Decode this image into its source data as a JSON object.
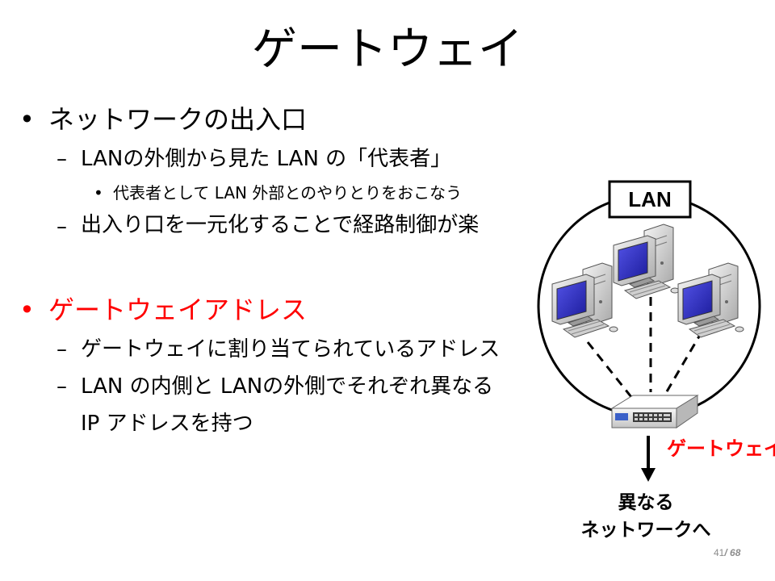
{
  "slide": {
    "title": "ゲートウェイ",
    "bullets": {
      "b1": "ネットワークの出入口",
      "b1_1": "LANの外側から見た LAN の「代表者」",
      "b1_1_1": "代表者として LAN 外部とのやりとりをおこなう",
      "b1_2": "出入り口を一元化することで経路制御が楽",
      "b2": "ゲートウェイアドレス",
      "b2_1": "ゲートウェイに割り当てられているアドレス",
      "b2_2": "LAN の内側と LANの外側でそれぞれ異なる",
      "b2_2_cont": "IP アドレスを持つ"
    },
    "markers": {
      "bullet": "•",
      "dash": "–"
    }
  },
  "diagram": {
    "lan_label": "LAN",
    "gateway_label": "ゲートウェイ",
    "destination_line1": "異なる",
    "destination_line2": "ネットワークへ"
  },
  "footer": {
    "page_current": "41",
    "page_total": "/ 68"
  },
  "colors": {
    "accent_red": "#ff0000",
    "monitor_screen": "#2a2ab8"
  },
  "icons": [
    "computer-icon",
    "switch-hub-icon",
    "arrow-down-icon"
  ]
}
